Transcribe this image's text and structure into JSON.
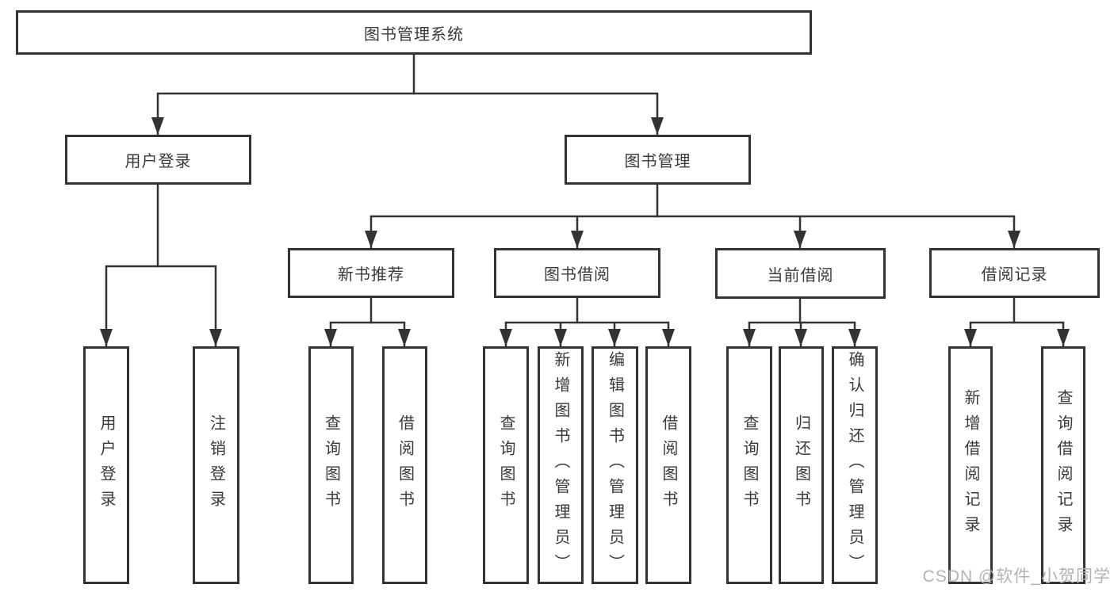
{
  "colors": {
    "line": "#333333",
    "text": "#3a3a3a",
    "box_bg": "#ffffff",
    "background": "#ffffff",
    "watermark": "#b3b3b3"
  },
  "tree": {
    "root": {
      "label": "图书管理系统",
      "children": [
        {
          "label": "用户登录",
          "children": [
            {
              "label": "用户登录"
            },
            {
              "label": "注销登录"
            }
          ]
        },
        {
          "label": "图书管理",
          "children": [
            {
              "label": "新书推荐",
              "children": [
                {
                  "label": "查询图书"
                },
                {
                  "label": "借阅图书"
                }
              ]
            },
            {
              "label": "图书借阅",
              "children": [
                {
                  "label": "查询图书"
                },
                {
                  "label": "新增图书（管理员）"
                },
                {
                  "label": "编辑图书（管理员）"
                },
                {
                  "label": "借阅图书"
                }
              ]
            },
            {
              "label": "当前借阅",
              "children": [
                {
                  "label": "查询图书"
                },
                {
                  "label": "归还图书"
                },
                {
                  "label": "确认归还（管理员）"
                }
              ]
            },
            {
              "label": "借阅记录",
              "children": [
                {
                  "label": "新增借阅记录"
                },
                {
                  "label": "查询借阅记录"
                }
              ]
            }
          ]
        }
      ]
    }
  },
  "watermark": {
    "text": "CSDN @软件_小贺同学"
  }
}
